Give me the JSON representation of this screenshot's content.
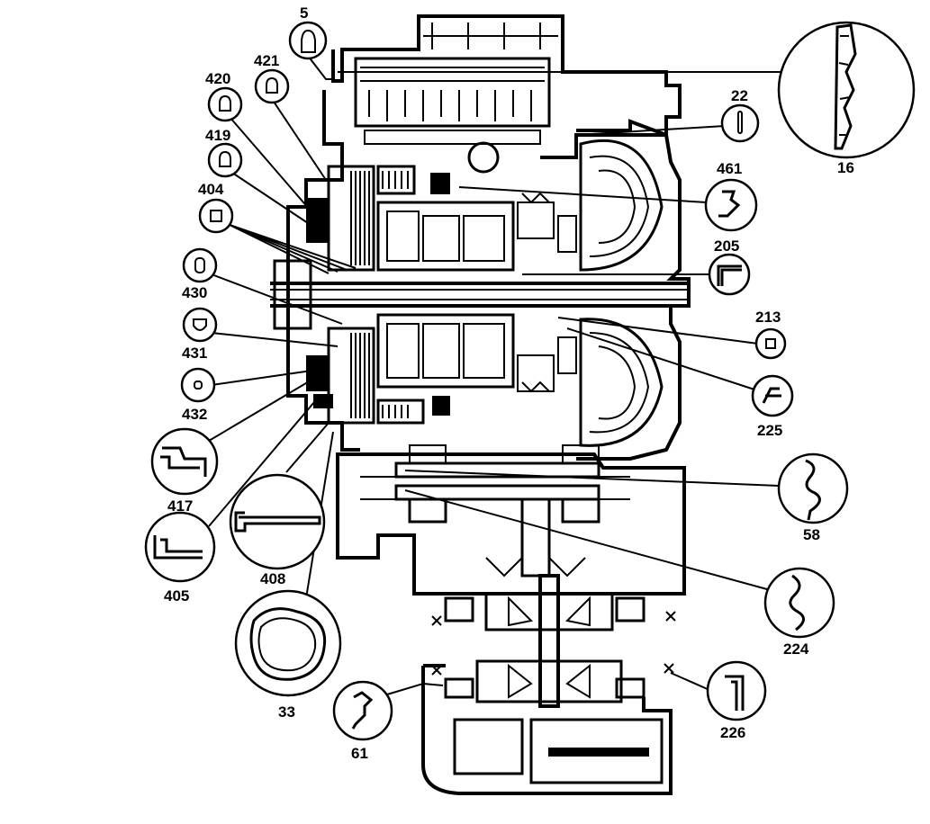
{
  "diagram": {
    "callouts": [
      {
        "id": "c5",
        "label": "5"
      },
      {
        "id": "c421",
        "label": "421"
      },
      {
        "id": "c420",
        "label": "420"
      },
      {
        "id": "c419",
        "label": "419"
      },
      {
        "id": "c404",
        "label": "404"
      },
      {
        "id": "c430",
        "label": "430"
      },
      {
        "id": "c431",
        "label": "431"
      },
      {
        "id": "c432",
        "label": "432"
      },
      {
        "id": "c417",
        "label": "417"
      },
      {
        "id": "c405",
        "label": "405"
      },
      {
        "id": "c408",
        "label": "408"
      },
      {
        "id": "c33",
        "label": "33"
      },
      {
        "id": "c61",
        "label": "61"
      },
      {
        "id": "c16",
        "label": "16"
      },
      {
        "id": "c22",
        "label": "22"
      },
      {
        "id": "c461",
        "label": "461"
      },
      {
        "id": "c205",
        "label": "205"
      },
      {
        "id": "c213",
        "label": "213"
      },
      {
        "id": "c225",
        "label": "225"
      },
      {
        "id": "c58",
        "label": "58"
      },
      {
        "id": "c224",
        "label": "224"
      },
      {
        "id": "c226",
        "label": "226"
      }
    ]
  }
}
